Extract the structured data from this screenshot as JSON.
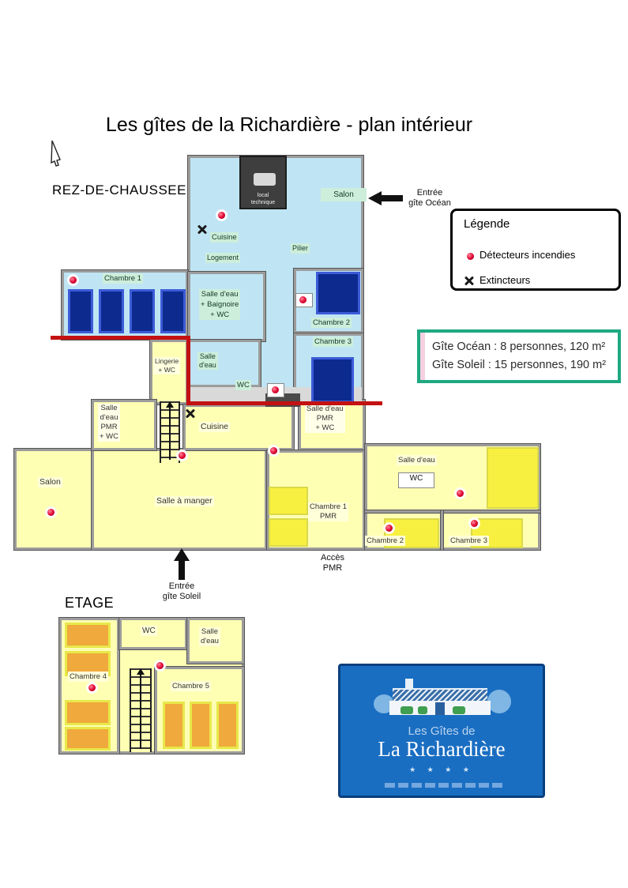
{
  "title": "Les gîtes de la Richardière - plan intérieur",
  "sections": {
    "ground": "REZ-DE-CHAUSSEE",
    "upper": "ETAGE"
  },
  "legend": {
    "title": "Légende",
    "detectors": "Détecteurs incendies",
    "extinguishers": "Extincteurs"
  },
  "info": {
    "ocean": "Gîte Océan : 8 personnes, 120 m²",
    "soleil": "Gîte Soleil : 15 personnes, 190 m²"
  },
  "entrances": {
    "ocean_l1": "Entrée",
    "ocean_l2": "gîte Océan",
    "soleil_l1": "Entrée",
    "soleil_l2": "gîte Soleil",
    "pmr_l1": "Accès",
    "pmr_l2": "PMR"
  },
  "ocean": {
    "local_technique_l1": "local",
    "local_technique_l2": "technique",
    "salon": "Salon",
    "cuisine": "Cuisine",
    "logement": "Logement",
    "pilier": "Pilier",
    "salle_eau_l1": "Salle d'eau",
    "salle_eau_l2": "+ Baignoire",
    "salle_eau_l3": "+ WC",
    "chambre1": "Chambre 1",
    "chambre2": "Chambre 2",
    "chambre3": "Chambre 3",
    "lingerie_l1": "Lingerie",
    "lingerie_l2": "+ WC",
    "salle_eau2_l1": "Salle",
    "salle_eau2_l2": "d'eau",
    "wc": "WC"
  },
  "soleil": {
    "sdb_pmr_left_l1": "Salle",
    "sdb_pmr_left_l2": "d'eau",
    "sdb_pmr_left_l3": "PMR",
    "sdb_pmr_left_l4": "+ WC",
    "cuisine": "Cuisine",
    "sdb_pmr_right_l1": "Salle d'eau",
    "sdb_pmr_right_l2": "PMR",
    "sdb_pmr_right_l3": "+ WC",
    "salon": "Salon",
    "salle_a_manger": "Salle à manger",
    "chambre1_pmr_l1": "Chambre 1",
    "chambre1_pmr_l2": "PMR",
    "salle_eau": "Salle d'eau",
    "wc": "WC",
    "chambre2": "Chambre 2",
    "chambre3": "Chambre 3"
  },
  "etage": {
    "wc": "WC",
    "salle_eau_l1": "Salle",
    "salle_eau_l2": "d'eau",
    "chambre4": "Chambre 4",
    "chambre5": "Chambre 5"
  },
  "logo": {
    "line1": "Les Gîtes de",
    "line2": "La Richardière",
    "stars": "★ ★ ★ ★"
  },
  "colors": {
    "ocean_fill": "#bfe5f4",
    "soleil_fill": "#ffffb4",
    "bed_blue": "#0d2a8f",
    "bed_yellow": "#f8f040",
    "divider_red": "#c41111",
    "detector_red": "#e00030",
    "info_border": "#1fa882",
    "logo_blue": "#1a6ec2"
  }
}
